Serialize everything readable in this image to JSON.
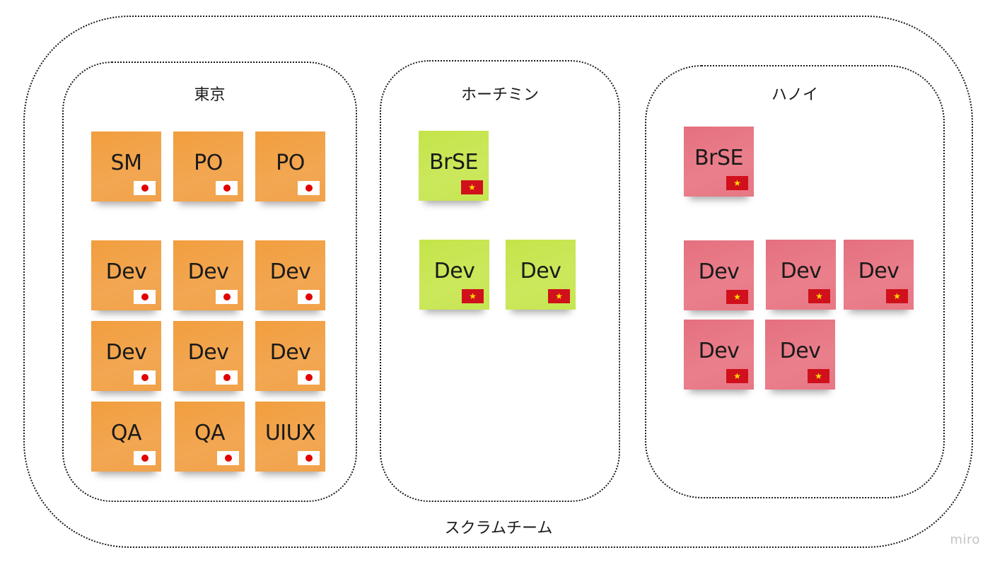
{
  "diagram": {
    "team_label": "スクラムチーム",
    "watermark": "miro",
    "groups": [
      {
        "id": "tokyo",
        "label": "東京",
        "color": "#f2a248",
        "flag": "japan-flag",
        "stickies": [
          "SM",
          "PO",
          "PO",
          "Dev",
          "Dev",
          "Dev",
          "Dev",
          "Dev",
          "Dev",
          "QA",
          "QA",
          "UIUX"
        ]
      },
      {
        "id": "hcmc",
        "label": "ホーチミン",
        "color": "#c8e655",
        "flag": "vietnam-flag",
        "stickies": [
          "BrSE",
          "Dev",
          "Dev"
        ]
      },
      {
        "id": "hanoi",
        "label": "ハノイ",
        "color": "#e87a87",
        "flag": "vietnam-flag",
        "stickies": [
          "BrSE",
          "Dev",
          "Dev",
          "Dev",
          "Dev",
          "Dev"
        ]
      }
    ],
    "flag_glyphs": {
      "vietnam-flag": "★"
    }
  }
}
